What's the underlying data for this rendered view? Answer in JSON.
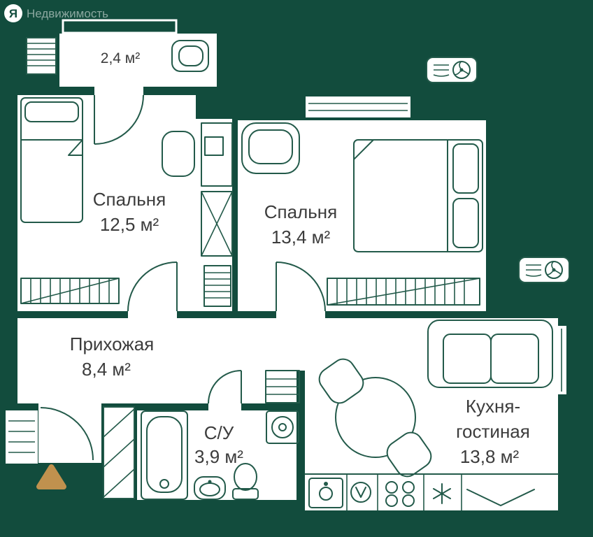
{
  "logo": {
    "letter": "Я",
    "name": "Недвижимость"
  },
  "colors": {
    "background": "#124c3d",
    "room": "#ffffff",
    "line": "#235a4a",
    "text": "#3c3c3c",
    "entrance": "#c0914e",
    "logo_text": "#ffffff"
  },
  "rooms": {
    "balcony": {
      "area": "2,4 м²"
    },
    "bedroom1": {
      "label": "Спальня",
      "area": "12,5 м²"
    },
    "bedroom2": {
      "label": "Спальня",
      "area": "13,4 м²"
    },
    "hallway": {
      "label": "Прихожая",
      "area": "8,4 м²"
    },
    "bathroom": {
      "label": "С/У",
      "area": "3,9 м²"
    },
    "kitchen": {
      "line1": "Кухня-",
      "line2": "гостиная",
      "area": "13,8 м²"
    }
  }
}
